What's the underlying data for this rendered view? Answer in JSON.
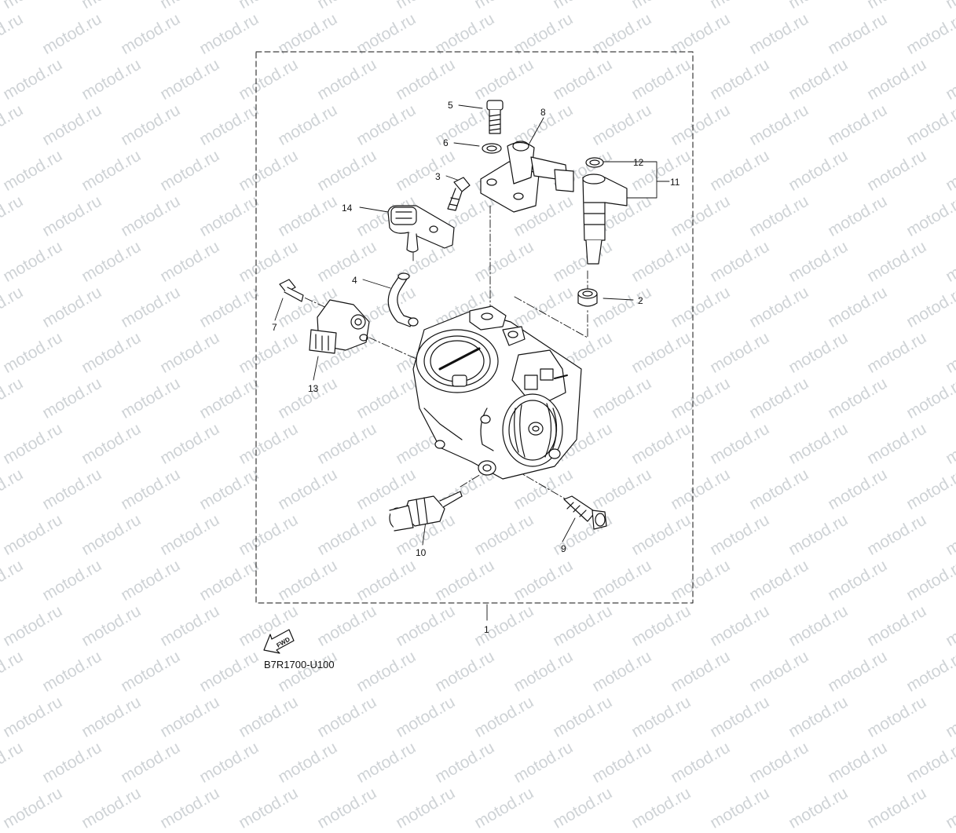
{
  "watermark": {
    "text": "motod.ru",
    "color": "#cfd3d6"
  },
  "diagram": {
    "code": "B7R1700-U100",
    "fwd_label": "FWD",
    "callouts": [
      {
        "id": "1",
        "label": "1"
      },
      {
        "id": "2",
        "label": "2"
      },
      {
        "id": "3",
        "label": "3"
      },
      {
        "id": "4",
        "label": "4"
      },
      {
        "id": "5",
        "label": "5"
      },
      {
        "id": "6",
        "label": "6"
      },
      {
        "id": "7",
        "label": "7"
      },
      {
        "id": "8",
        "label": "8"
      },
      {
        "id": "9",
        "label": "9"
      },
      {
        "id": "10",
        "label": "10"
      },
      {
        "id": "11",
        "label": "11"
      },
      {
        "id": "12",
        "label": "12"
      },
      {
        "id": "13",
        "label": "13"
      },
      {
        "id": "14",
        "label": "14"
      }
    ]
  }
}
